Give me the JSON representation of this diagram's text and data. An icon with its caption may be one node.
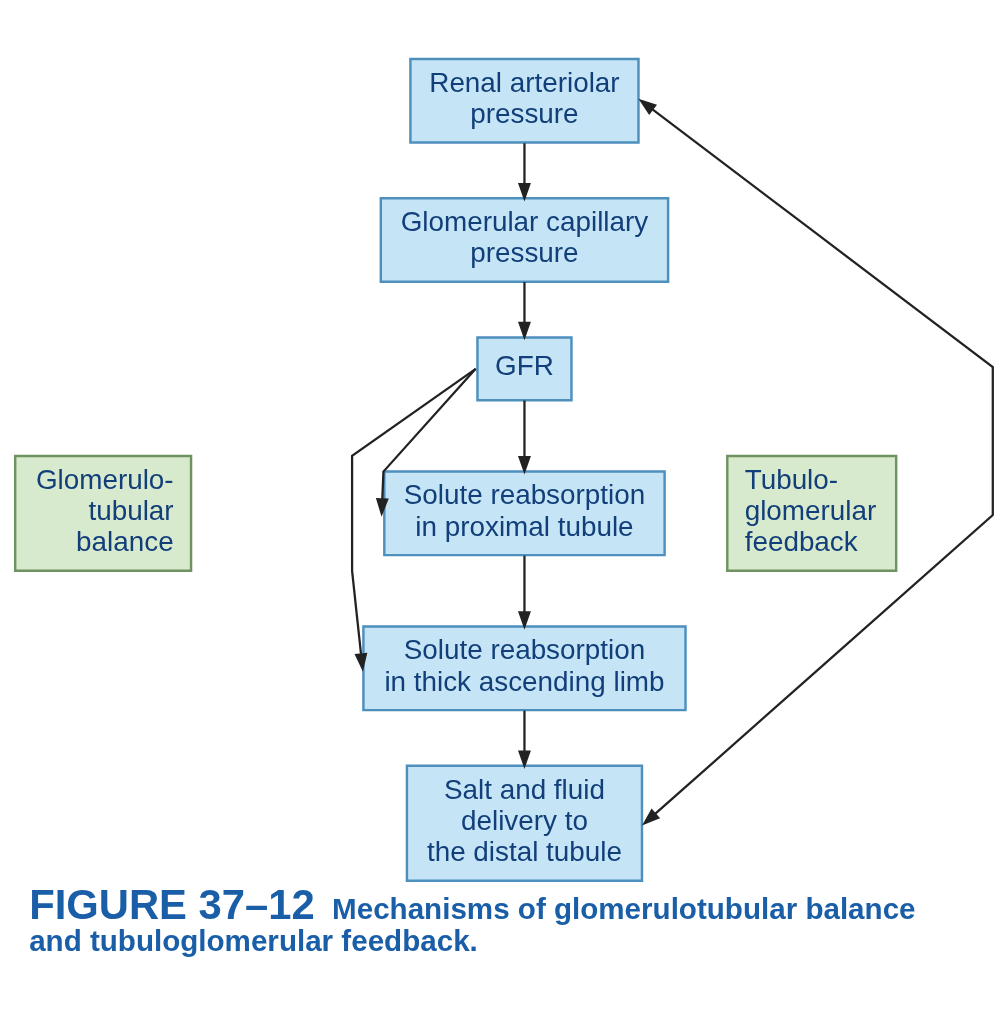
{
  "diagram": {
    "title": "FIGURE 37–12",
    "caption": "Mechanisms of glomerulotubular balance and tubuloglomerular feedback.",
    "nodes": [
      {
        "text": [
          "Renal arteriolar pressure"
        ]
      },
      {
        "text": [
          "Glomerular capillary pressure"
        ]
      },
      {
        "text": [
          "GFR"
        ]
      },
      {
        "text": [
          "Solute reabsorption in proximal tubule"
        ]
      },
      {
        "text": [
          "Solute reabsorption in thick ascending limb"
        ]
      },
      {
        "text": [
          "Salt and fluid delivery to the distal tubule"
        ]
      },
      {
        "text": [
          "Glomerulo- tubular balance"
        ]
      },
      {
        "text": [
          "Tubulo- glomerular feedback"
        ]
      }
    ],
    "edges": [
      {
        "from": 0,
        "to": 1,
        "arrow": "to"
      },
      {
        "from": 1,
        "to": 2,
        "arrow": "to"
      },
      {
        "from": 2,
        "to": 3,
        "arrow": "to"
      },
      {
        "from": 2,
        "to": 3,
        "arrow": "to"
      },
      {
        "from": 2,
        "to": 4,
        "arrow": "to"
      },
      {
        "from": 3,
        "to": 4,
        "arrow": "to"
      },
      {
        "from": 4,
        "to": 5,
        "arrow": "to"
      },
      {
        "from": 5,
        "to": 0,
        "arrow": "both"
      }
    ]
  }
}
